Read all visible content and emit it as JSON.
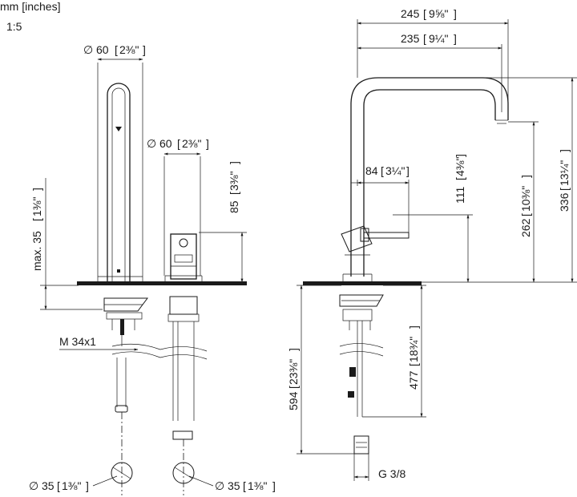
{
  "header": {
    "units": "mm [inches]",
    "scale": "1:5"
  },
  "dimensions": {
    "spout_diameter_mm": "60",
    "spout_diameter_in": "2⅜\"",
    "handle_diameter_mm": "60",
    "handle_diameter_in": "2⅜\"",
    "max_deck_mm": "max. 35",
    "max_deck_in": "1⅜\"",
    "handle_height_mm": "85",
    "handle_height_in": "3⅜\"",
    "thread": "M 34x1",
    "base_left_mm": "35",
    "base_left_in": "1⅜\"",
    "base_right_mm": "35",
    "base_right_in": "1⅜\"",
    "width_outer_mm": "245",
    "width_outer_in": "9⅝\"",
    "width_inner_mm": "235",
    "width_inner_in": "9¼\"",
    "lever_reach_mm": "84",
    "lever_reach_in": "3¼\"",
    "lever_height_mm": "111",
    "lever_height_in": "4⅜\"",
    "outlet_height_mm": "262",
    "outlet_height_in": "10⅜\"",
    "total_height_mm": "336",
    "total_height_in": "13¼\"",
    "below_deck_mm": "594",
    "below_deck_in": "23⅜\"",
    "hose_mm": "477",
    "hose_in": "18¾\"",
    "connection": "G 3/8"
  }
}
